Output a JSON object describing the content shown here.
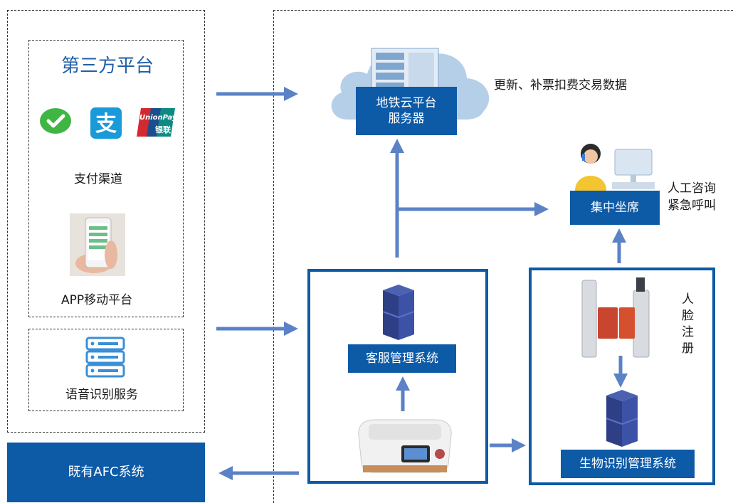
{
  "third_party": {
    "title": "第三方平台",
    "payment_label": "支付渠道",
    "app_label": "APP移动平台",
    "unionpay_text": "UnionPay",
    "unionpay_cn": "银联"
  },
  "voice": {
    "label": "语音识别服务"
  },
  "afc": {
    "label": "既有AFC系统"
  },
  "cloud": {
    "label_line1": "地铁云平台",
    "label_line2": "服务器",
    "side_text": "更新、补票扣费交易数据"
  },
  "center_seat": {
    "label": "集中坐席",
    "note_line1": "人工咨询",
    "note_line2": "紧急呼叫"
  },
  "customer_service": {
    "label": "客服管理系统"
  },
  "bio": {
    "label": "生物识别管理系统",
    "face_reg": [
      "人",
      "脸",
      "注",
      "册"
    ]
  },
  "colors": {
    "navy": "#0d5aa7",
    "arrow": "#5b82c6",
    "title_blue": "#1e5fa8"
  }
}
